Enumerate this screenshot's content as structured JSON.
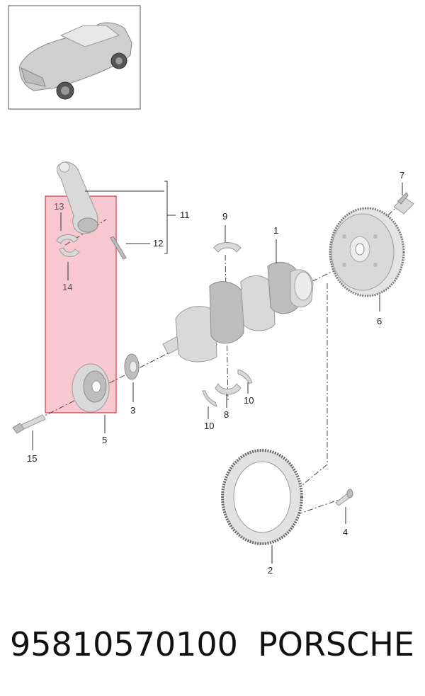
{
  "diagram": {
    "callouts": {
      "c1": "1",
      "c2": "2",
      "c3": "3",
      "c4": "4",
      "c5": "5",
      "c6": "6",
      "c7": "7",
      "c8": "8",
      "c9": "9",
      "c10a": "10",
      "c10b": "10",
      "c11": "11",
      "c12": "12",
      "c13": "13",
      "c14": "14",
      "c15": "15"
    },
    "highlight_color": "#f4b6bf",
    "highlight_border": "#d9384e"
  },
  "footer": {
    "part_number": "95810570100",
    "brand": "PORSCHE"
  }
}
